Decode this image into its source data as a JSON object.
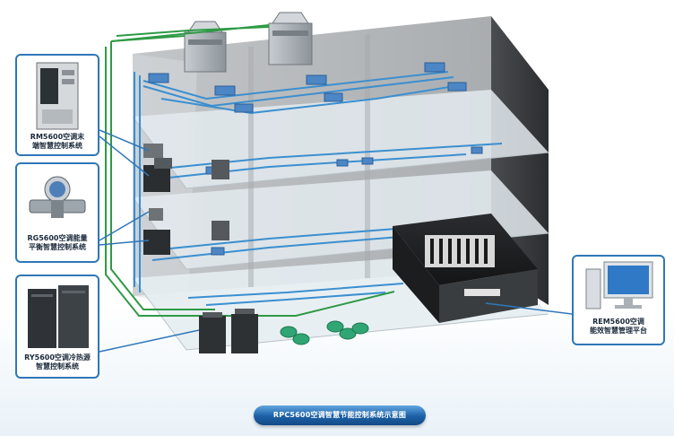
{
  "labels": {
    "rm": "RM5600空调末\n端智慧控制系统",
    "rg": "RG5600空调能量\n平衡智慧控制系统",
    "ry": "RY5600空调冷热源\n智慧控制系统",
    "rem": "REM5600空调\n能效智慧管理平台"
  },
  "caption": "RPC5600空调智慧节能控制系统示意图",
  "colors": {
    "callout_border": "#2f77b8",
    "water_pipe": "#3b8fd0",
    "control_wire": "#2e9a45",
    "building_wall": "#8f8f8f",
    "floor_slab": "#d6dfe5",
    "caption_pill": "#1c5fa6"
  },
  "icons": {
    "rm": "control-cabinet-icon",
    "rg": "flow-meter-icon",
    "ry": "chiller-cabinet-icon",
    "rem": "computer-workstation-icon"
  }
}
